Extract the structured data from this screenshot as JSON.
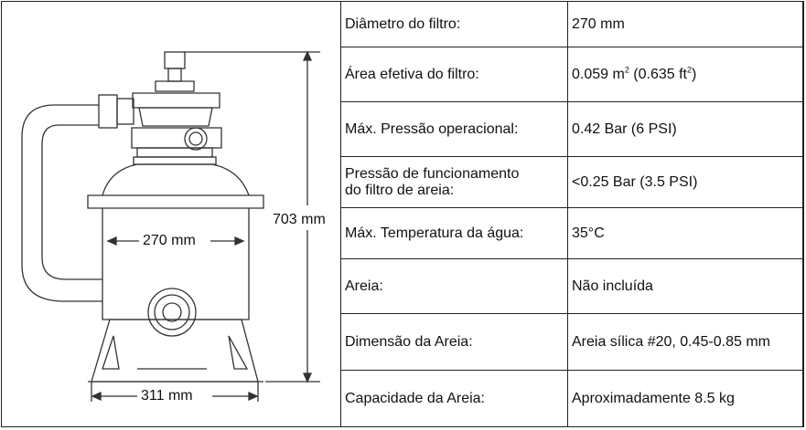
{
  "illustration": {
    "height_label": "703 mm",
    "diameter_label": "270 mm",
    "base_label": "311 mm"
  },
  "specs": [
    {
      "label": "Diâmetro do filtro:",
      "value": "270 mm"
    },
    {
      "label": "Área efetiva do filtro:",
      "value_parts": [
        "0.059 m",
        "2",
        " (0.635 ft",
        "2",
        ")"
      ]
    },
    {
      "label": "Máx. Pressão operacional:",
      "value": "0.42 Bar (6 PSI)"
    },
    {
      "label_lines": [
        "Pressão de funcionamento",
        "do filtro de areia:"
      ],
      "value": "<0.25 Bar (3.5 PSI)"
    },
    {
      "label": "Máx. Temperatura da água:",
      "value": "35°C"
    },
    {
      "label": "Areia:",
      "value": "Não incluída"
    },
    {
      "label": "Dimensão da Areia:",
      "value": "Areia sílica #20, 0.45-0.85 mm"
    },
    {
      "label": "Capacidade da Areia:",
      "value": "Aproximadamente 8.5 kg"
    }
  ]
}
